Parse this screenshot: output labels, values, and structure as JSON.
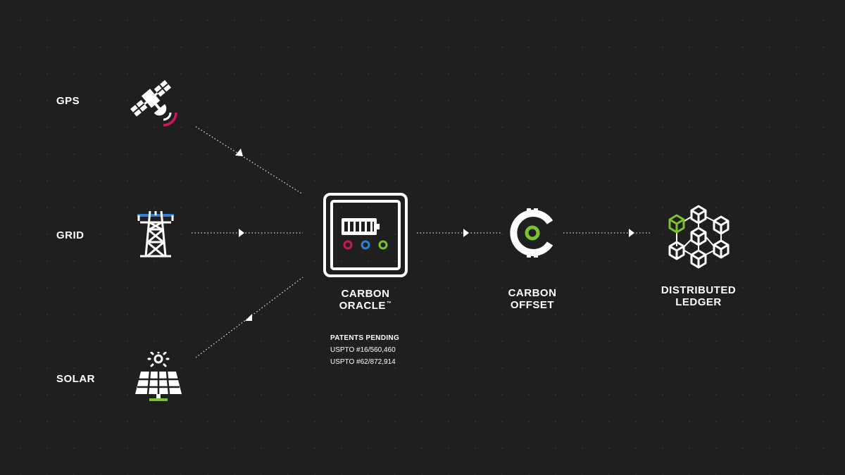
{
  "sources": {
    "gps": "GPS",
    "grid": "GRID",
    "solar": "SOLAR"
  },
  "oracle": {
    "line1": "CARBON",
    "line2": "ORACLE",
    "trademark": "™"
  },
  "patents": {
    "heading": "PATENTS PENDING",
    "lines": [
      "USPTO #16/560,460",
      "USPTO #62/872,914"
    ]
  },
  "offset": {
    "line1": "CARBON",
    "line2": "OFFSET"
  },
  "ledger": {
    "line1": "DISTRIBUTED",
    "line2": "LEDGER"
  },
  "icons": {
    "gps": "satellite-icon",
    "grid": "power-tower-icon",
    "solar": "solar-panel-icon",
    "oracle": "carbon-oracle-meter-icon",
    "offset": "carbon-coin-icon",
    "ledger": "blockchain-cubes-icon"
  },
  "colors": {
    "background": "#1f1f1f",
    "magenta": "#d0155f",
    "blue": "#2f7fd6",
    "green": "#7cc22d",
    "white": "#ffffff"
  }
}
